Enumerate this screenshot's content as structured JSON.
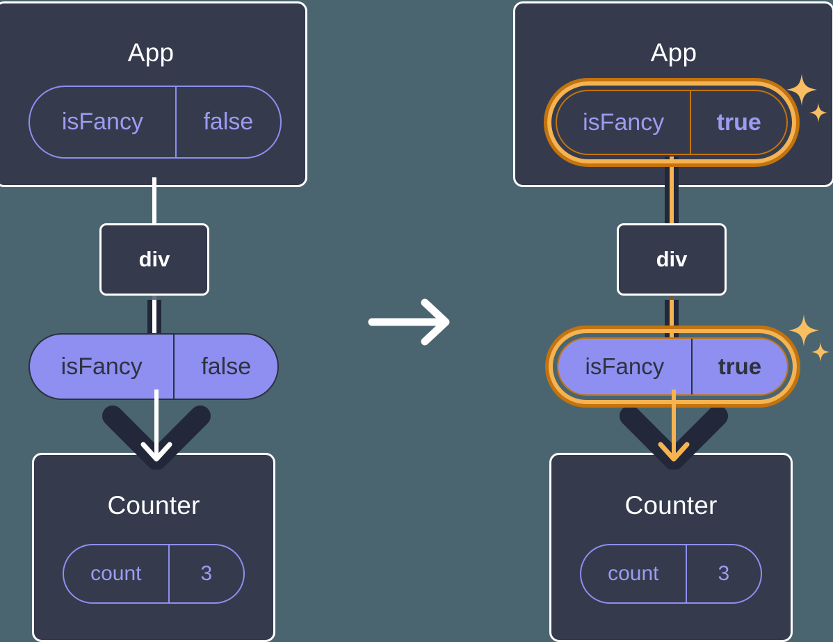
{
  "meta": {
    "background_color": "#4a6570",
    "card_color": "#353b4d",
    "accent_purple": "#8e8ff0",
    "accent_orange_light": "#f5b351",
    "accent_orange_dark": "#c4730d",
    "wire_dark": "#22273a",
    "wire_white": "#ffffff",
    "text_white": "#ffffff",
    "text_purple": "#9c9cf2",
    "text_dark": "#2d3240"
  },
  "transition": {
    "icon": "right-arrow-icon",
    "label": "→"
  },
  "left": {
    "app": {
      "title": "App",
      "state": {
        "key": "isFancy",
        "value": "false",
        "highlighted": false,
        "bold_value": false
      }
    },
    "div": {
      "label": "div"
    },
    "prop": {
      "key": "isFancy",
      "value": "false",
      "highlighted": false,
      "bold_value": false
    },
    "counter": {
      "title": "Counter",
      "state": {
        "key": "count",
        "value": "3",
        "highlighted": false,
        "bold_value": false
      }
    },
    "wire_color": "#ffffff",
    "arrow_color": "#ffffff",
    "sparkles_visible": false
  },
  "right": {
    "app": {
      "title": "App",
      "state": {
        "key": "isFancy",
        "value": "true",
        "highlighted": true,
        "bold_value": true
      }
    },
    "div": {
      "label": "div"
    },
    "prop": {
      "key": "isFancy",
      "value": "true",
      "highlighted": true,
      "bold_value": true
    },
    "counter": {
      "title": "Counter",
      "state": {
        "key": "count",
        "value": "3",
        "highlighted": false,
        "bold_value": false
      }
    },
    "wire_color": "#f5b351",
    "arrow_color": "#f5b351",
    "sparkles_visible": true
  }
}
